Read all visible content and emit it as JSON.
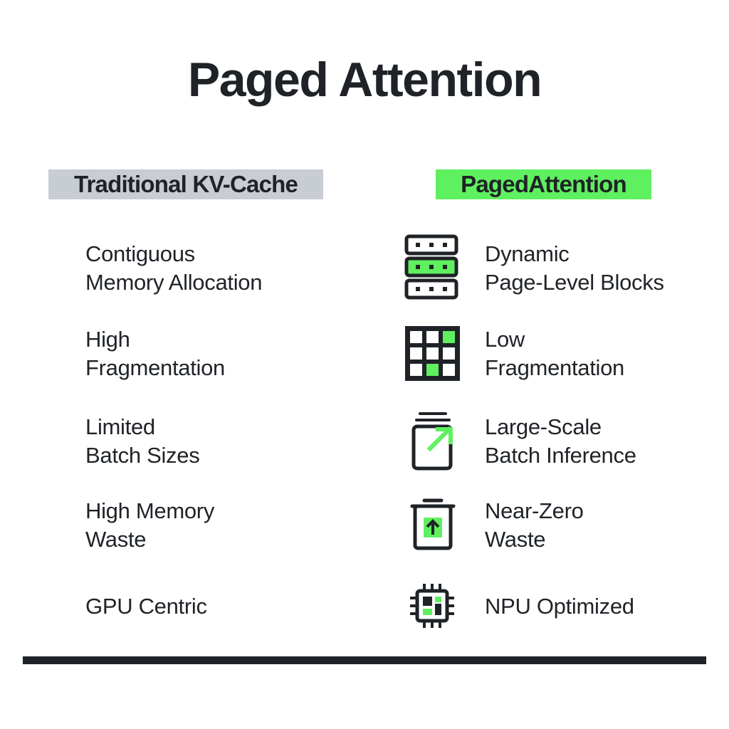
{
  "title": "Paged Attention",
  "colors": {
    "ink": "#1f2327",
    "traditional_badge": "#c8ccd3",
    "paged_badge": "#5ff05f",
    "accent": "#5ff05f"
  },
  "traditional": {
    "label": "Traditional KV-Cache",
    "items": [
      {
        "line1": "Contiguous",
        "line2": "Memory Allocation"
      },
      {
        "line1": "High",
        "line2": "Fragmentation"
      },
      {
        "line1": "Limited",
        "line2": "Batch Sizes"
      },
      {
        "line1": "High Memory",
        "line2": "Waste"
      },
      {
        "line1": "GPU Centric"
      }
    ]
  },
  "paged": {
    "label": "PagedAttention",
    "items": [
      {
        "line1": "Dynamic",
        "line2": "Page-Level Blocks",
        "icon": "memory-blocks-icon"
      },
      {
        "line1": "Low",
        "line2": "Fragmentation",
        "icon": "grid-icon"
      },
      {
        "line1": "Large-Scale",
        "line2": "Batch Inference",
        "icon": "batch-scale-icon"
      },
      {
        "line1": "Near-Zero",
        "line2": "Waste",
        "icon": "bin-arrow-up-icon"
      },
      {
        "line1": "NPU Optimized",
        "icon": "chip-icon"
      }
    ]
  }
}
